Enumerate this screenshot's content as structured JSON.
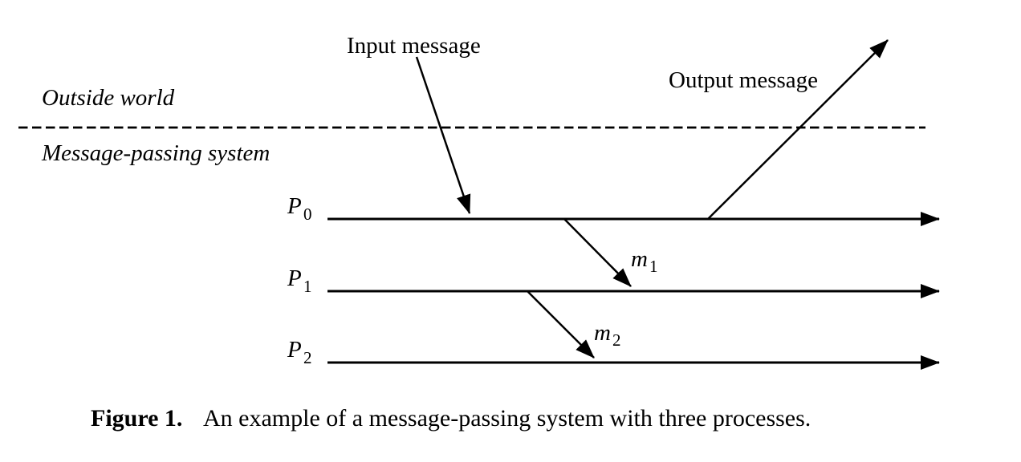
{
  "figure": {
    "colors": {
      "ink": "#000000",
      "background": "#ffffff"
    },
    "regions": {
      "outside_world_label": "Outside world",
      "system_label": "Message-passing system"
    },
    "annotations": {
      "input_message_label": "Input message",
      "output_message_label": "Output message"
    },
    "processes": [
      {
        "base": "P",
        "sub": "0"
      },
      {
        "base": "P",
        "sub": "1"
      },
      {
        "base": "P",
        "sub": "2"
      }
    ],
    "messages": [
      {
        "base": "m",
        "sub": "1"
      },
      {
        "base": "m",
        "sub": "2"
      }
    ],
    "caption": {
      "label": "Figure 1.",
      "text": "An example of a message-passing system with three processes."
    }
  }
}
